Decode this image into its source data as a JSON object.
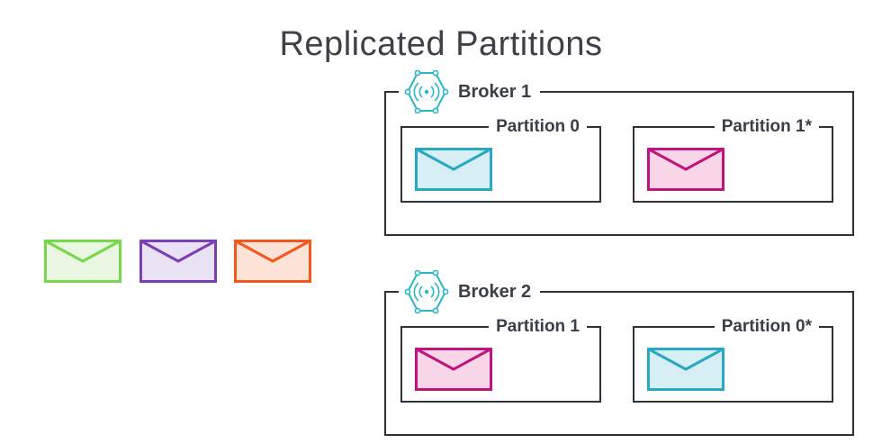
{
  "title": "Replicated Partitions",
  "colors": {
    "border": "#2f3238",
    "hex_icon": "#2bb6c9",
    "cyan": "#27a9c2",
    "cyan_fill": "#d6eef4",
    "magenta": "#c0147e",
    "magenta_fill": "#f8d6e8",
    "green": "#78d64b",
    "green_fill": "#eaf7e2",
    "purple": "#7c3fb3",
    "purple_fill": "#e9e1f4",
    "orange": "#f2581c",
    "orange_fill": "#fde2d7"
  },
  "queue": [
    {
      "color": "green",
      "icon": "envelope-icon"
    },
    {
      "color": "purple",
      "icon": "envelope-icon"
    },
    {
      "color": "orange",
      "icon": "envelope-icon"
    }
  ],
  "brokers": [
    {
      "label": "Broker 1",
      "icon": "broker-hexagon-icon",
      "partitions": [
        {
          "label": "Partition 0",
          "message_color": "cyan"
        },
        {
          "label": "Partition 1*",
          "message_color": "magenta"
        }
      ]
    },
    {
      "label": "Broker 2",
      "icon": "broker-hexagon-icon",
      "partitions": [
        {
          "label": "Partition 1",
          "message_color": "magenta"
        },
        {
          "label": "Partition 0*",
          "message_color": "cyan"
        }
      ]
    }
  ]
}
